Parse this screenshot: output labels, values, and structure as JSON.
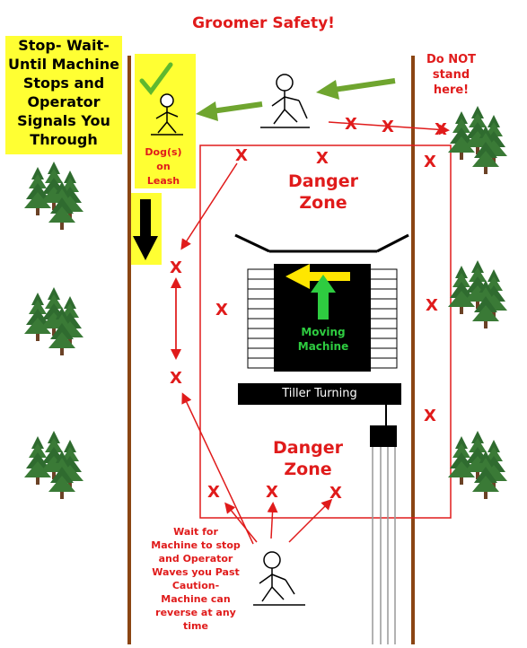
{
  "title": "Groomer Safety!",
  "stop_box": "Stop- Wait-\nUntil Machine\nStops and\nOperator\nSignals You\nThrough",
  "dog_label": "Dog(s)\non\nLeash",
  "do_not_stand": "Do NOT\nstand\nhere!",
  "danger_zone_top": "Danger\nZone",
  "danger_zone_bottom": "Danger\nZone",
  "machine_label": "Moving\nMachine",
  "tiller_label": "Tiller Turning",
  "wait_text": "Wait for\nMachine to stop\nand Operator\nWaves you Past\nCaution-\nMachine can\nreverse at any\ntime",
  "x_mark": "X",
  "colors": {
    "danger_red": "#e01b1b",
    "arrow_green": "#6fa52f",
    "highlight_yellow": "#ffff33",
    "trail_brown": "#8b4513"
  },
  "icons": [
    "checkmark-icon",
    "skier-icon",
    "tree-icon",
    "down-arrow-icon",
    "machine-arrow-icon"
  ]
}
